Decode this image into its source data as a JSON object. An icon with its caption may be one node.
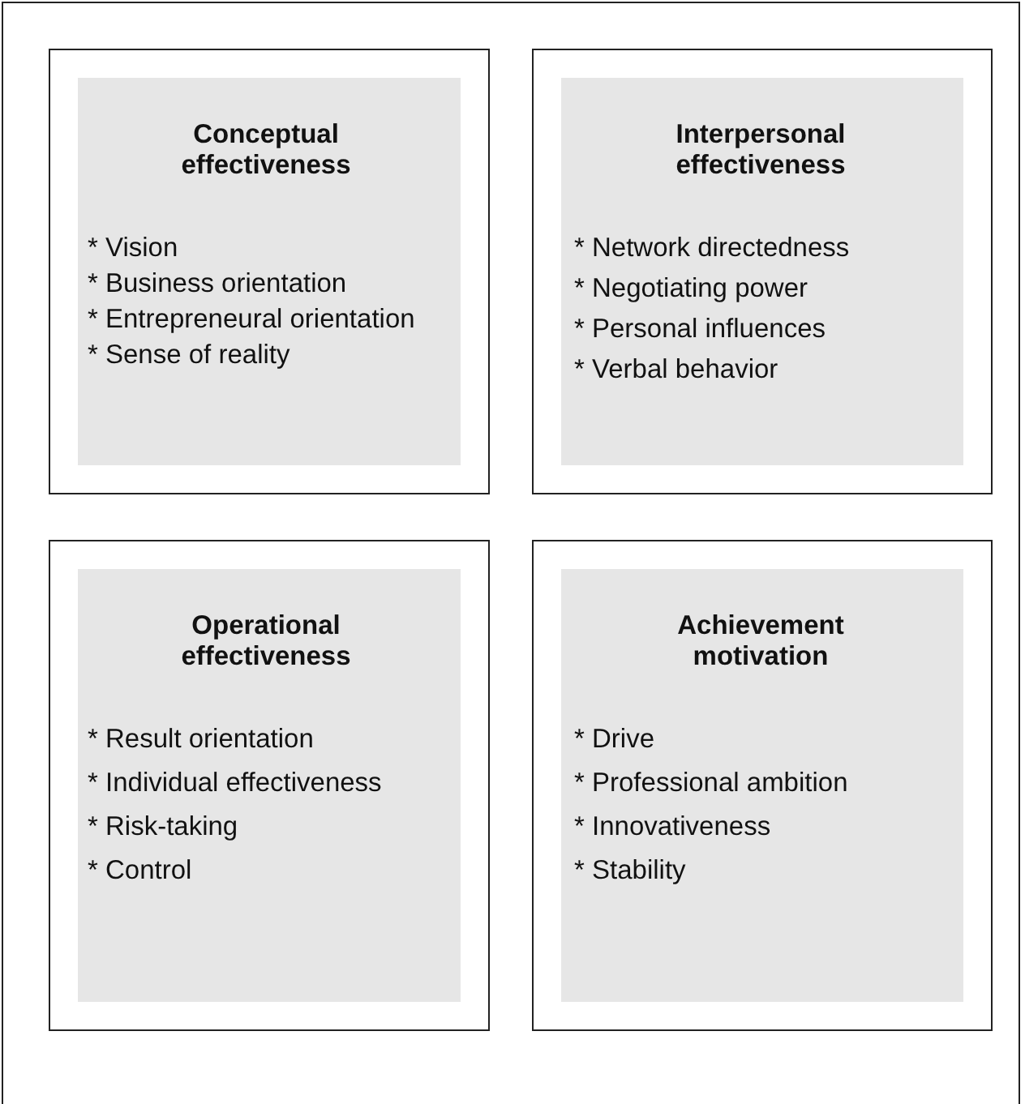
{
  "diagram": {
    "nodes": [
      {
        "text": [
          "Conceptual effectiveness",
          "* Vision",
          "* Business orientation",
          "* Entrepreneural orientation",
          "* Sense of reality"
        ]
      },
      {
        "text": [
          "Interpersonal effectiveness",
          "* Network directedness",
          "* Negotiating power",
          "* Personal influences",
          "* Verbal behavior"
        ]
      },
      {
        "text": [
          "Operational effectiveness",
          "* Result orientation",
          "* Individual effectiveness",
          "* Risk-taking",
          "* Control"
        ]
      },
      {
        "text": [
          "Achievement motivation",
          "* Drive",
          "* Professional ambition",
          "* Innovativeness",
          "* Stability"
        ]
      }
    ]
  }
}
